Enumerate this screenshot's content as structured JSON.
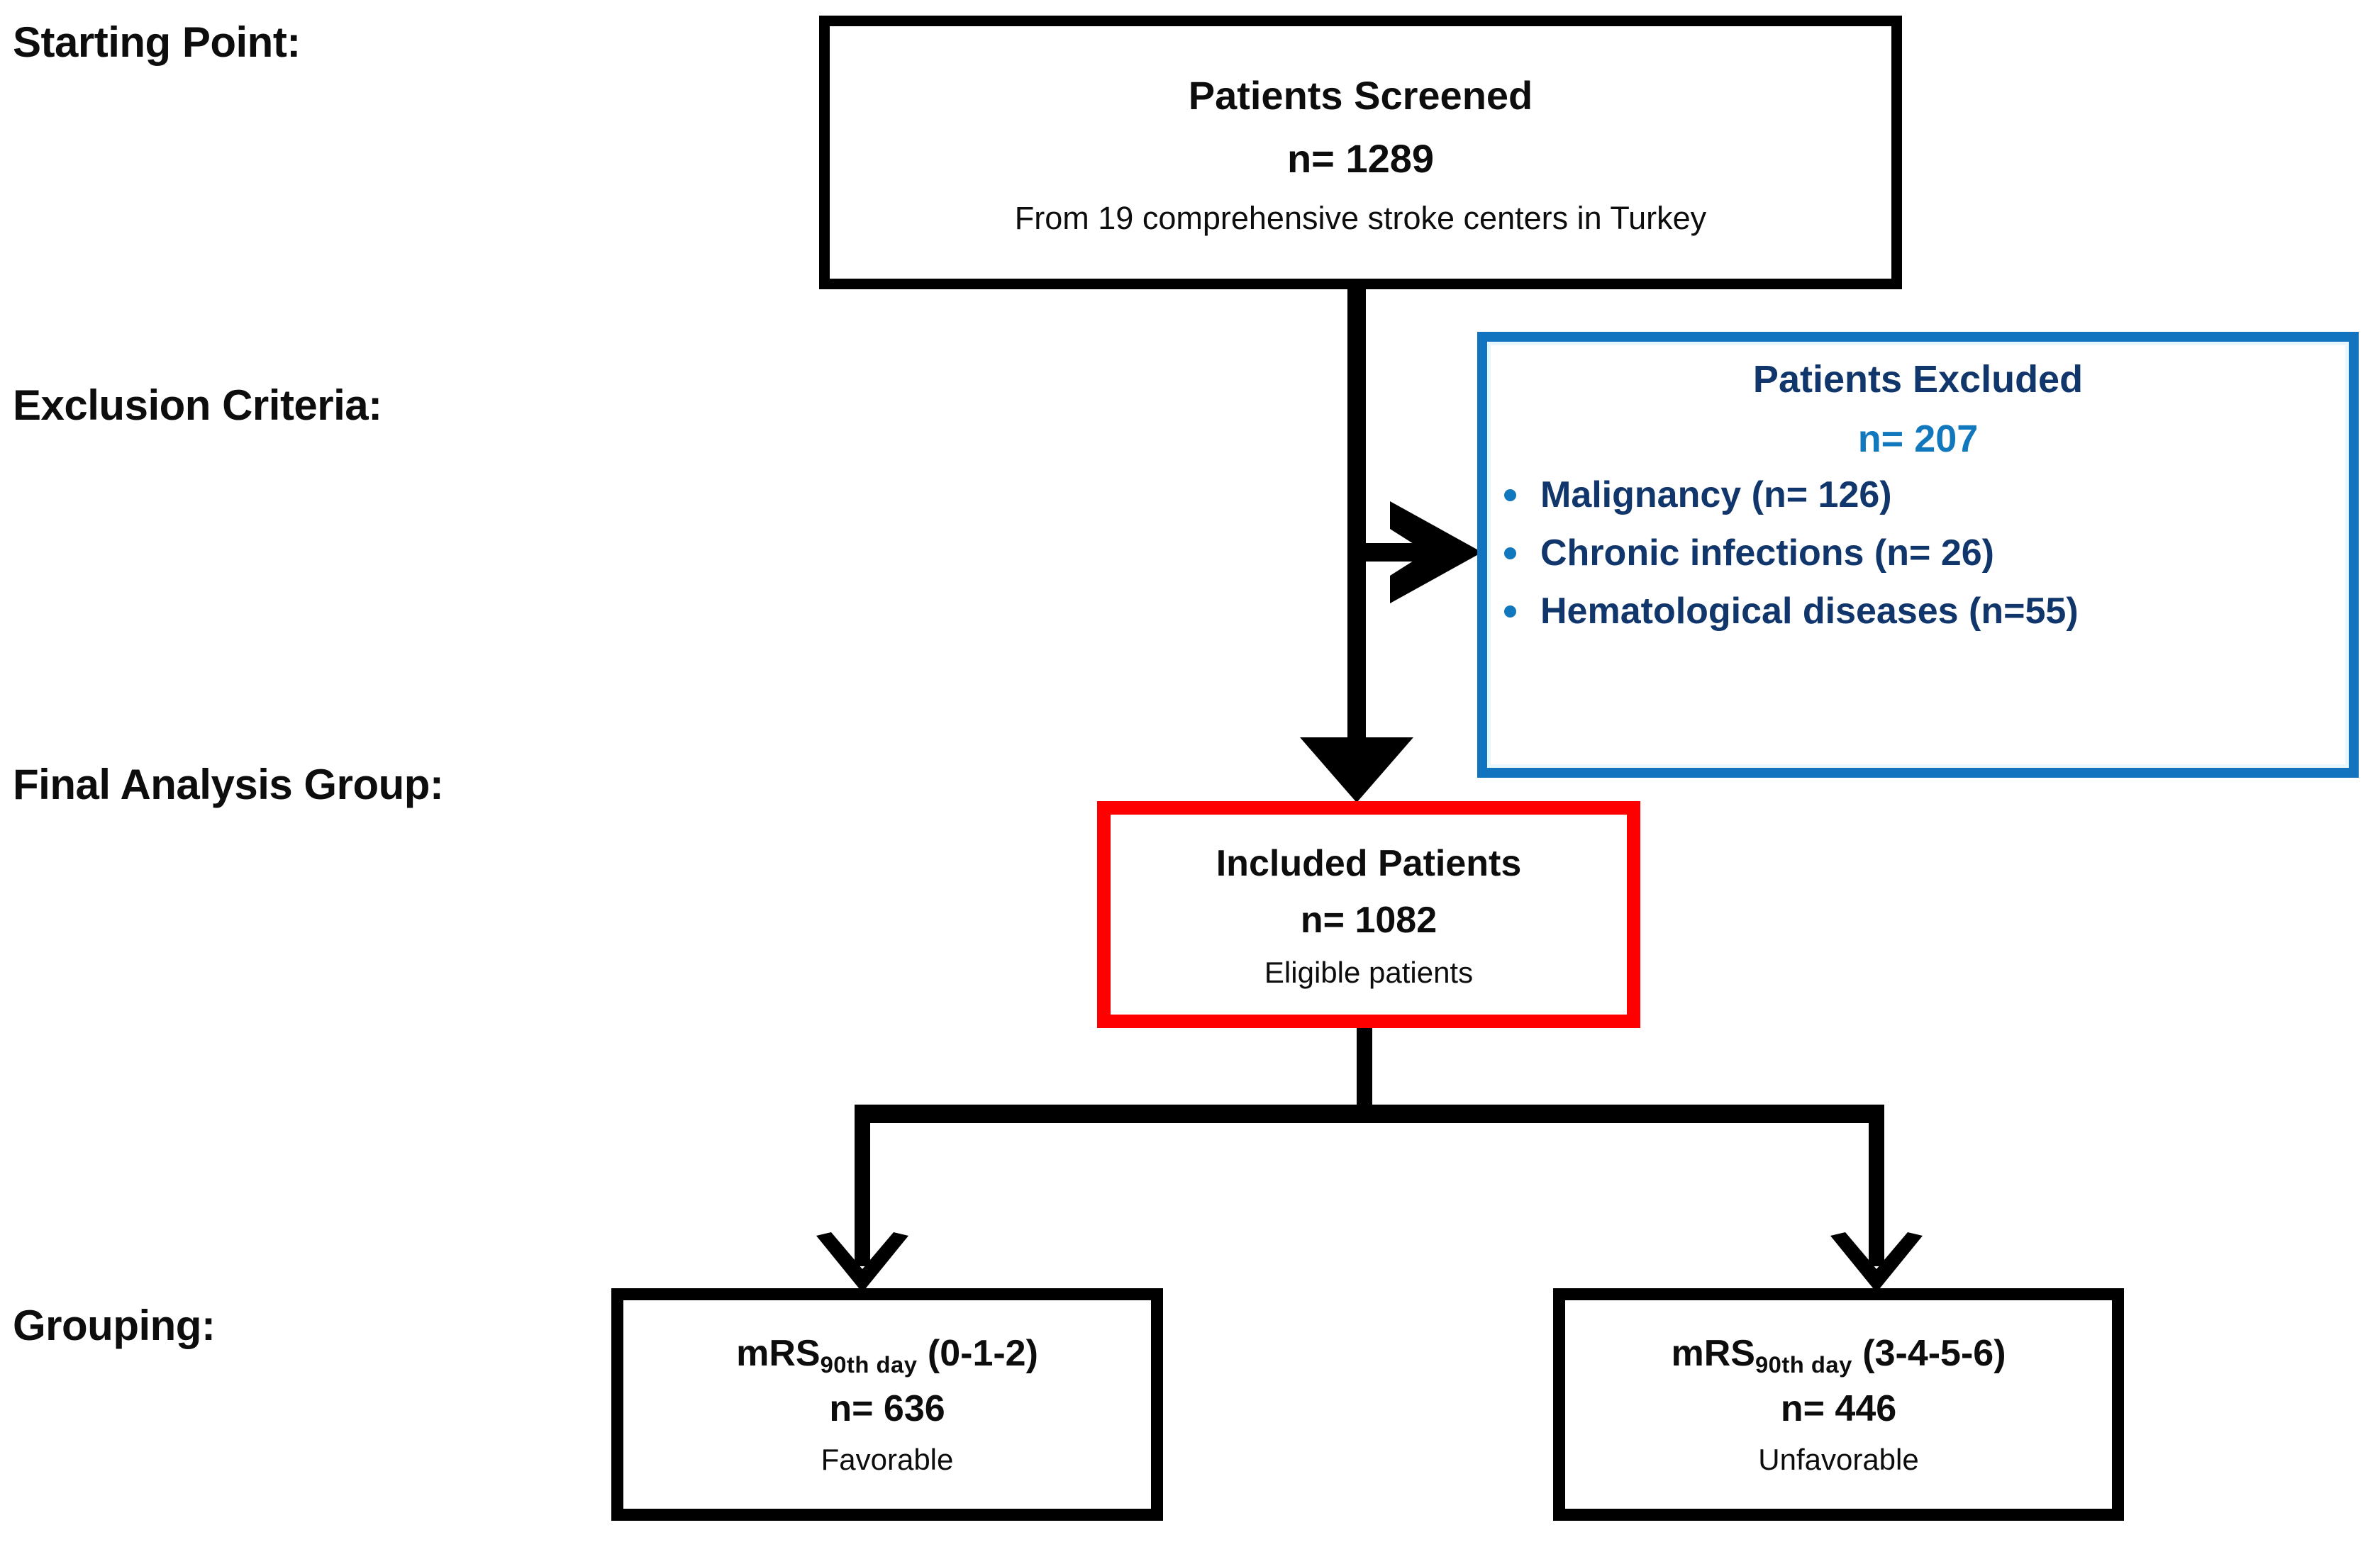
{
  "diagram": {
    "title": "Patient selection flow diagram",
    "colors": {
      "black": "#000000",
      "red": "#FF0000",
      "blue_border": "#1273BF",
      "blue_accent": "#1178BE",
      "navy_text": "#11366B",
      "background": "#FFFFFF"
    }
  },
  "stage_labels": {
    "starting_point": "Starting Point:",
    "exclusion_criteria": "Exclusion Criteria:",
    "final_analysis_group": "Final Analysis Group:",
    "grouping": "Grouping:"
  },
  "nodes": {
    "screened": {
      "title": "Patients Screened",
      "count": "n= 1289",
      "note": "From 19 comprehensive stroke centers in Turkey",
      "n": 1289
    },
    "excluded": {
      "title": "Patients Excluded",
      "count": "n= 207",
      "n": 207,
      "reasons": [
        {
          "label": "Malignancy (n= 126)",
          "n": 126
        },
        {
          "label": "Chronic infections (n= 26)",
          "n": 26
        },
        {
          "label": "Hematological diseases (n=55)",
          "n": 55
        }
      ]
    },
    "included": {
      "title": "Included Patients",
      "count": "n= 1082",
      "note": "Eligible patients",
      "n": 1082
    },
    "favorable": {
      "title_main": "mRS",
      "title_sub": "90th day",
      "title_tail": " (0-1-2)",
      "count": "n= 636",
      "note": "Favorable",
      "n": 636
    },
    "unfavorable": {
      "title_main": "mRS",
      "title_sub": "90th day",
      "title_tail": " (3-4-5-6)",
      "count": "n= 446",
      "note": "Unfavorable",
      "n": 446
    }
  },
  "connectors": [
    {
      "from": "screened",
      "to": "excluded",
      "style": "elbow-right-arrow"
    },
    {
      "from": "screened",
      "to": "included",
      "style": "straight-down-arrow"
    },
    {
      "from": "included",
      "to": "favorable",
      "style": "split-down-arrow"
    },
    {
      "from": "included",
      "to": "unfavorable",
      "style": "split-down-arrow"
    }
  ]
}
